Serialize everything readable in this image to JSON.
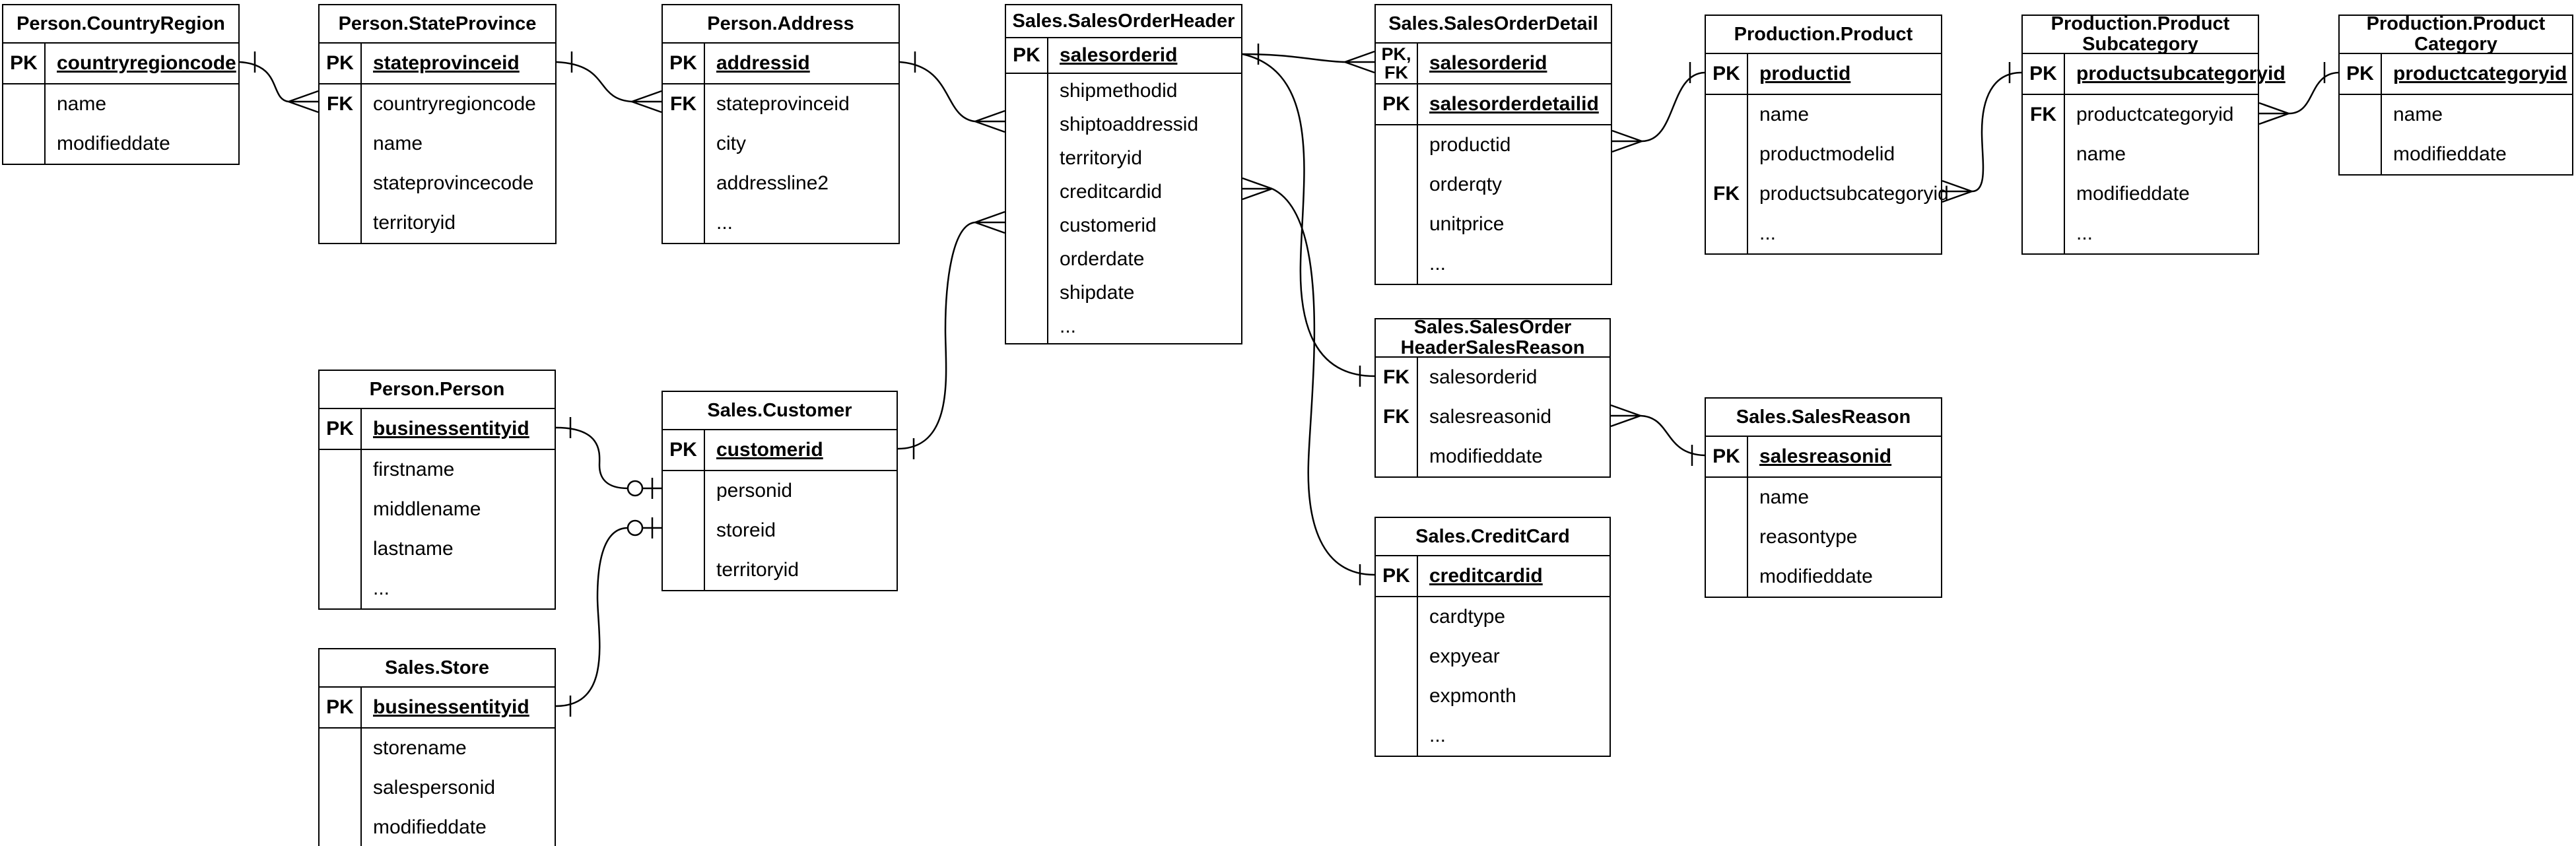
{
  "colors": {
    "line": "#000000",
    "background": "#ffffff",
    "text": "#000000"
  },
  "tables": [
    {
      "id": "person-countryregion",
      "title": "Person.CountryRegion",
      "key_rows": [
        {
          "key": "PK",
          "field": "countryregioncode"
        }
      ],
      "rows": [
        {
          "key": "",
          "field": "name"
        },
        {
          "key": "",
          "field": "modifieddate"
        }
      ]
    },
    {
      "id": "person-stateprovince",
      "title": "Person.StateProvince",
      "key_rows": [
        {
          "key": "PK",
          "field": "stateprovinceid"
        }
      ],
      "rows": [
        {
          "key": "FK",
          "field": "countryregioncode"
        },
        {
          "key": "",
          "field": "name"
        },
        {
          "key": "",
          "field": "stateprovincecode"
        },
        {
          "key": "",
          "field": "territoryid"
        }
      ]
    },
    {
      "id": "person-address",
      "title": "Person.Address",
      "key_rows": [
        {
          "key": "PK",
          "field": "addressid"
        }
      ],
      "rows": [
        {
          "key": "FK",
          "field": "stateprovinceid"
        },
        {
          "key": "",
          "field": "city"
        },
        {
          "key": "",
          "field": "addressline2"
        },
        {
          "key": "",
          "field": "..."
        }
      ]
    },
    {
      "id": "sales-salesorderheader",
      "title": "Sales.SalesOrderHeader",
      "key_rows": [
        {
          "key": "PK",
          "field": "salesorderid"
        }
      ],
      "rows": [
        {
          "key": "",
          "field": "shipmethodid"
        },
        {
          "key": "",
          "field": "shiptoaddressid"
        },
        {
          "key": "",
          "field": "territoryid"
        },
        {
          "key": "",
          "field": "creditcardid"
        },
        {
          "key": "",
          "field": "customerid"
        },
        {
          "key": "",
          "field": "orderdate"
        },
        {
          "key": "",
          "field": "shipdate"
        },
        {
          "key": "",
          "field": "..."
        }
      ]
    },
    {
      "id": "sales-salesorderdetail",
      "title": "Sales.SalesOrderDetail",
      "key_rows": [
        {
          "key": "PK,\nFK",
          "field": "salesorderid"
        },
        {
          "key": "PK",
          "field": "salesorderdetailid"
        }
      ],
      "rows": [
        {
          "key": "",
          "field": "productid"
        },
        {
          "key": "",
          "field": "orderqty"
        },
        {
          "key": "",
          "field": "unitprice"
        },
        {
          "key": "",
          "field": "..."
        }
      ]
    },
    {
      "id": "production-product",
      "title": "Production.Product",
      "key_rows": [
        {
          "key": "PK",
          "field": "productid"
        }
      ],
      "rows": [
        {
          "key": "",
          "field": "name"
        },
        {
          "key": "",
          "field": "productmodelid"
        },
        {
          "key": "FK",
          "field": "productsubcategoryid"
        },
        {
          "key": "",
          "field": "..."
        }
      ]
    },
    {
      "id": "production-productsubcategory",
      "title": "Production.Product\nSubcategory",
      "key_rows": [
        {
          "key": "PK",
          "field": "productsubcategoryid"
        }
      ],
      "rows": [
        {
          "key": "FK",
          "field": "productcategoryid"
        },
        {
          "key": "",
          "field": "name"
        },
        {
          "key": "",
          "field": "modifieddate"
        },
        {
          "key": "",
          "field": "..."
        }
      ]
    },
    {
      "id": "production-productcategory",
      "title": "Production.Product\nCategory",
      "key_rows": [
        {
          "key": "PK",
          "field": "productcategoryid"
        }
      ],
      "rows": [
        {
          "key": "",
          "field": "name"
        },
        {
          "key": "",
          "field": "modifieddate"
        }
      ]
    },
    {
      "id": "person-person",
      "title": "Person.Person",
      "key_rows": [
        {
          "key": "PK",
          "field": "businessentityid"
        }
      ],
      "rows": [
        {
          "key": "",
          "field": "firstname"
        },
        {
          "key": "",
          "field": "middlename"
        },
        {
          "key": "",
          "field": "lastname"
        },
        {
          "key": "",
          "field": "..."
        }
      ]
    },
    {
      "id": "sales-customer",
      "title": "Sales.Customer",
      "key_rows": [
        {
          "key": "PK",
          "field": "customerid"
        }
      ],
      "rows": [
        {
          "key": "",
          "field": "personid"
        },
        {
          "key": "",
          "field": "storeid"
        },
        {
          "key": "",
          "field": "territoryid"
        }
      ]
    },
    {
      "id": "sales-store",
      "title": "Sales.Store",
      "key_rows": [
        {
          "key": "PK",
          "field": "businessentityid"
        }
      ],
      "rows": [
        {
          "key": "",
          "field": "storename"
        },
        {
          "key": "",
          "field": "salespersonid"
        },
        {
          "key": "",
          "field": "modifieddate"
        }
      ]
    },
    {
      "id": "sales-salesorderheadersalesreason",
      "title": "Sales.SalesOrder\nHeaderSalesReason",
      "key_rows": [],
      "rows": [
        {
          "key": "FK",
          "field": "salesorderid"
        },
        {
          "key": "FK",
          "field": "salesreasonid"
        },
        {
          "key": "",
          "field": "modifieddate"
        }
      ]
    },
    {
      "id": "sales-creditcard",
      "title": "Sales.CreditCard",
      "key_rows": [
        {
          "key": "PK",
          "field": "creditcardid"
        }
      ],
      "rows": [
        {
          "key": "",
          "field": "cardtype"
        },
        {
          "key": "",
          "field": "expyear"
        },
        {
          "key": "",
          "field": "expmonth"
        },
        {
          "key": "",
          "field": "..."
        }
      ]
    },
    {
      "id": "sales-salesreason",
      "title": "Sales.SalesReason",
      "key_rows": [
        {
          "key": "PK",
          "field": "salesreasonid"
        }
      ],
      "rows": [
        {
          "key": "",
          "field": "name"
        },
        {
          "key": "",
          "field": "reasontype"
        },
        {
          "key": "",
          "field": "modifieddate"
        }
      ]
    }
  ],
  "relationships": [
    {
      "from": "Person.CountryRegion.countryregioncode",
      "to": "Person.StateProvince.countryregioncode",
      "from_end": "one",
      "to_end": "many"
    },
    {
      "from": "Person.StateProvince.stateprovinceid",
      "to": "Person.Address.stateprovinceid",
      "from_end": "one",
      "to_end": "many"
    },
    {
      "from": "Person.Address.addressid",
      "to": "Sales.SalesOrderHeader.shiptoaddressid",
      "from_end": "one",
      "to_end": "many"
    },
    {
      "from": "Sales.SalesOrderHeader.salesorderid",
      "to": "Sales.SalesOrderDetail.salesorderid",
      "from_end": "one",
      "to_end": "many"
    },
    {
      "from": "Sales.SalesOrderHeader.salesorderid",
      "to": "Sales.SalesOrderHeaderSalesReason.salesorderid",
      "from_end": "one",
      "to_end": "one"
    },
    {
      "from": "Sales.CreditCard.creditcardid",
      "to": "Sales.SalesOrderHeader.creditcardid",
      "from_end": "one",
      "to_end": "many"
    },
    {
      "from": "Sales.Customer.customerid",
      "to": "Sales.SalesOrderHeader.customerid",
      "from_end": "one",
      "to_end": "many"
    },
    {
      "from": "Person.Person.businessentityid",
      "to": "Sales.Customer.personid",
      "from_end": "one",
      "to_end": "zero-or-one"
    },
    {
      "from": "Sales.Store.businessentityid",
      "to": "Sales.Customer.storeid",
      "from_end": "one",
      "to_end": "zero-or-one"
    },
    {
      "from": "Production.Product.productid",
      "to": "Sales.SalesOrderDetail.productid",
      "from_end": "one",
      "to_end": "many"
    },
    {
      "from": "Production.ProductSubcategory.productsubcategoryid",
      "to": "Production.Product.productsubcategoryid",
      "from_end": "one",
      "to_end": "many"
    },
    {
      "from": "Production.ProductCategory.productcategoryid",
      "to": "Production.ProductSubcategory.productcategoryid",
      "from_end": "one",
      "to_end": "many"
    },
    {
      "from": "Sales.SalesReason.salesreasonid",
      "to": "Sales.SalesOrderHeaderSalesReason.salesreasonid",
      "from_end": "one",
      "to_end": "many"
    }
  ]
}
